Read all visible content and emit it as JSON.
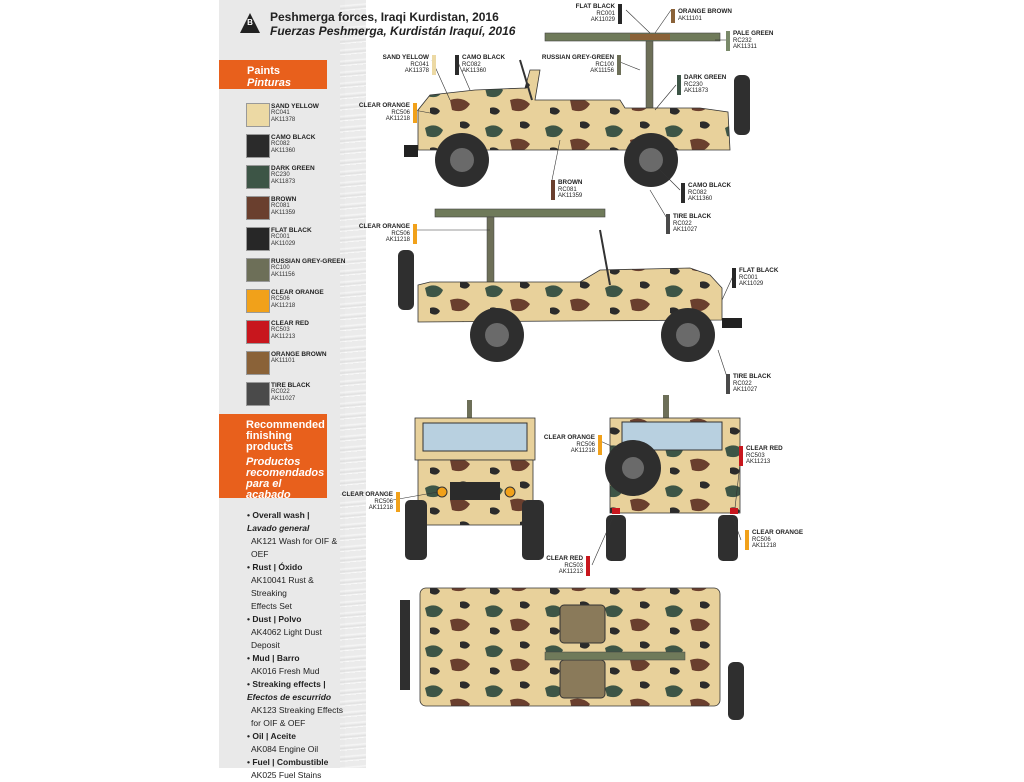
{
  "header": {
    "badge": "B",
    "title_en": "Peshmerga forces, Iraqi Kurdistan, 2016",
    "title_es": "Fuerzas Peshmerga, Kurdistán Iraquí, 2016"
  },
  "paints": {
    "title_en": "Paints",
    "title_es": "Pinturas",
    "items": [
      {
        "name": "SAND YELLOW",
        "codes": [
          "RC041",
          "AK11378"
        ],
        "color": "#ecd9a4"
      },
      {
        "name": "CAMO BLACK",
        "codes": [
          "RC082",
          "AK11360"
        ],
        "color": "#2b2b2b"
      },
      {
        "name": "DARK GREEN",
        "codes": [
          "RC230",
          "AK11873"
        ],
        "color": "#3d5546"
      },
      {
        "name": "BROWN",
        "codes": [
          "RC081",
          "AK11359"
        ],
        "color": "#6a3f2e"
      },
      {
        "name": "FLAT BLACK",
        "codes": [
          "RC001",
          "AK11029"
        ],
        "color": "#272727"
      },
      {
        "name": "RUSSIAN GREY-GREEN",
        "codes": [
          "RC100",
          "AK11156"
        ],
        "color": "#6d6f58"
      },
      {
        "name": "CLEAR ORANGE",
        "codes": [
          "RC506",
          "AK11218"
        ],
        "color": "#f1a11a"
      },
      {
        "name": "CLEAR RED",
        "codes": [
          "RC503",
          "AK11213"
        ],
        "color": "#c8161d"
      },
      {
        "name": "ORANGE BROWN",
        "codes": [
          "AK11101"
        ],
        "color": "#8a6238"
      },
      {
        "name": "TIRE BLACK",
        "codes": [
          "RC022",
          "AK11027"
        ],
        "color": "#4a4a4a"
      }
    ]
  },
  "recommended": {
    "title_en": [
      "Recommended",
      "finishing",
      "products"
    ],
    "title_es": [
      "Productos",
      "recomendados",
      "para el acabado"
    ],
    "lines": [
      {
        "text": "• Overall wash |",
        "style": "t"
      },
      {
        "text": "Lavado general",
        "style": "i"
      },
      {
        "text": "AK121 Wash for OIF & OEF",
        "style": "p"
      },
      {
        "text": "• Rust | Óxido",
        "style": "t"
      },
      {
        "text": "AK10041 Rust & Streaking",
        "style": "p"
      },
      {
        "text": "Effects Set",
        "style": "p"
      },
      {
        "text": "• Dust | Polvo",
        "style": "t"
      },
      {
        "text": "AK4062 Light Dust Deposit",
        "style": "p"
      },
      {
        "text": "• Mud | Barro",
        "style": "t"
      },
      {
        "text": "AK016 Fresh Mud",
        "style": "p"
      },
      {
        "text": "• Streaking effects |",
        "style": "t"
      },
      {
        "text": "Efectos de escurrido",
        "style": "i"
      },
      {
        "text": "AK123 Streaking Effects",
        "style": "p"
      },
      {
        "text": "for OIF & OEF",
        "style": "p"
      },
      {
        "text": "• Oil | Aceite",
        "style": "t"
      },
      {
        "text": "AK084 Engine Oil",
        "style": "p"
      },
      {
        "text": "• Fuel | Combustible",
        "style": "t"
      },
      {
        "text": "AK025 Fuel Stains",
        "style": "p"
      }
    ]
  },
  "callouts": [
    {
      "id": "c1",
      "side": "left",
      "name": "FLAT BLACK",
      "l2": "RC001",
      "l3": "AK11029",
      "color": "#272727"
    },
    {
      "id": "c2",
      "side": "right",
      "name": "ORANGE BROWN",
      "l2": "AK11101",
      "l3": "",
      "color": "#8a6238"
    },
    {
      "id": "c3",
      "side": "right",
      "name": "PALE GREEN",
      "l2": "RC232",
      "l3": "AK11311",
      "color": "#7a8a6a"
    },
    {
      "id": "c4",
      "side": "left",
      "name": "SAND YELLOW",
      "l2": "RC041",
      "l3": "AK11378",
      "color": "#ecd9a4"
    },
    {
      "id": "c5",
      "side": "right",
      "name": "CAMO BLACK",
      "l2": "RC082",
      "l3": "AK11360",
      "color": "#2b2b2b"
    },
    {
      "id": "c6",
      "side": "left",
      "name": "RUSSIAN GREY-GREEN",
      "l2": "RC100",
      "l3": "AK11156",
      "color": "#6d6f58"
    },
    {
      "id": "c7",
      "side": "right",
      "name": "DARK GREEN",
      "l2": "RC230",
      "l3": "AK11873",
      "color": "#3d5546"
    },
    {
      "id": "c8",
      "side": "left",
      "name": "CLEAR ORANGE",
      "l2": "RC506",
      "l3": "AK11218",
      "color": "#f1a11a"
    },
    {
      "id": "c9",
      "side": "right",
      "name": "BROWN",
      "l2": "RC081",
      "l3": "AK11359",
      "color": "#6a3f2e"
    },
    {
      "id": "c10",
      "side": "right",
      "name": "CAMO BLACK",
      "l2": "RC082",
      "l3": "AK11360",
      "color": "#2b2b2b"
    },
    {
      "id": "c11",
      "side": "right",
      "name": "TIRE BLACK",
      "l2": "RC022",
      "l3": "AK11027",
      "color": "#4a4a4a"
    },
    {
      "id": "c12",
      "side": "left",
      "name": "CLEAR ORANGE",
      "l2": "RC506",
      "l3": "AK11218",
      "color": "#f1a11a"
    },
    {
      "id": "c13",
      "side": "right",
      "name": "FLAT BLACK",
      "l2": "RC001",
      "l3": "AK11029",
      "color": "#272727"
    },
    {
      "id": "c14",
      "side": "right",
      "name": "TIRE BLACK",
      "l2": "RC022",
      "l3": "AK11027",
      "color": "#4a4a4a"
    },
    {
      "id": "c15",
      "side": "left",
      "name": "CLEAR ORANGE",
      "l2": "RC506",
      "l3": "AK11218",
      "color": "#f1a11a"
    },
    {
      "id": "c16",
      "side": "right",
      "name": "CLEAR RED",
      "l2": "RC503",
      "l3": "AK11213",
      "color": "#c8161d"
    },
    {
      "id": "c17",
      "side": "left",
      "name": "CLEAR ORANGE",
      "l2": "RC506",
      "l3": "AK11218",
      "color": "#f1a11a"
    },
    {
      "id": "c18",
      "side": "right",
      "name": "CLEAR ORANGE",
      "l2": "RC506",
      "l3": "AK11218",
      "color": "#f1a11a"
    },
    {
      "id": "c19",
      "side": "left",
      "name": "CLEAR RED",
      "l2": "RC503",
      "l3": "AK11213",
      "color": "#c8161d"
    }
  ]
}
